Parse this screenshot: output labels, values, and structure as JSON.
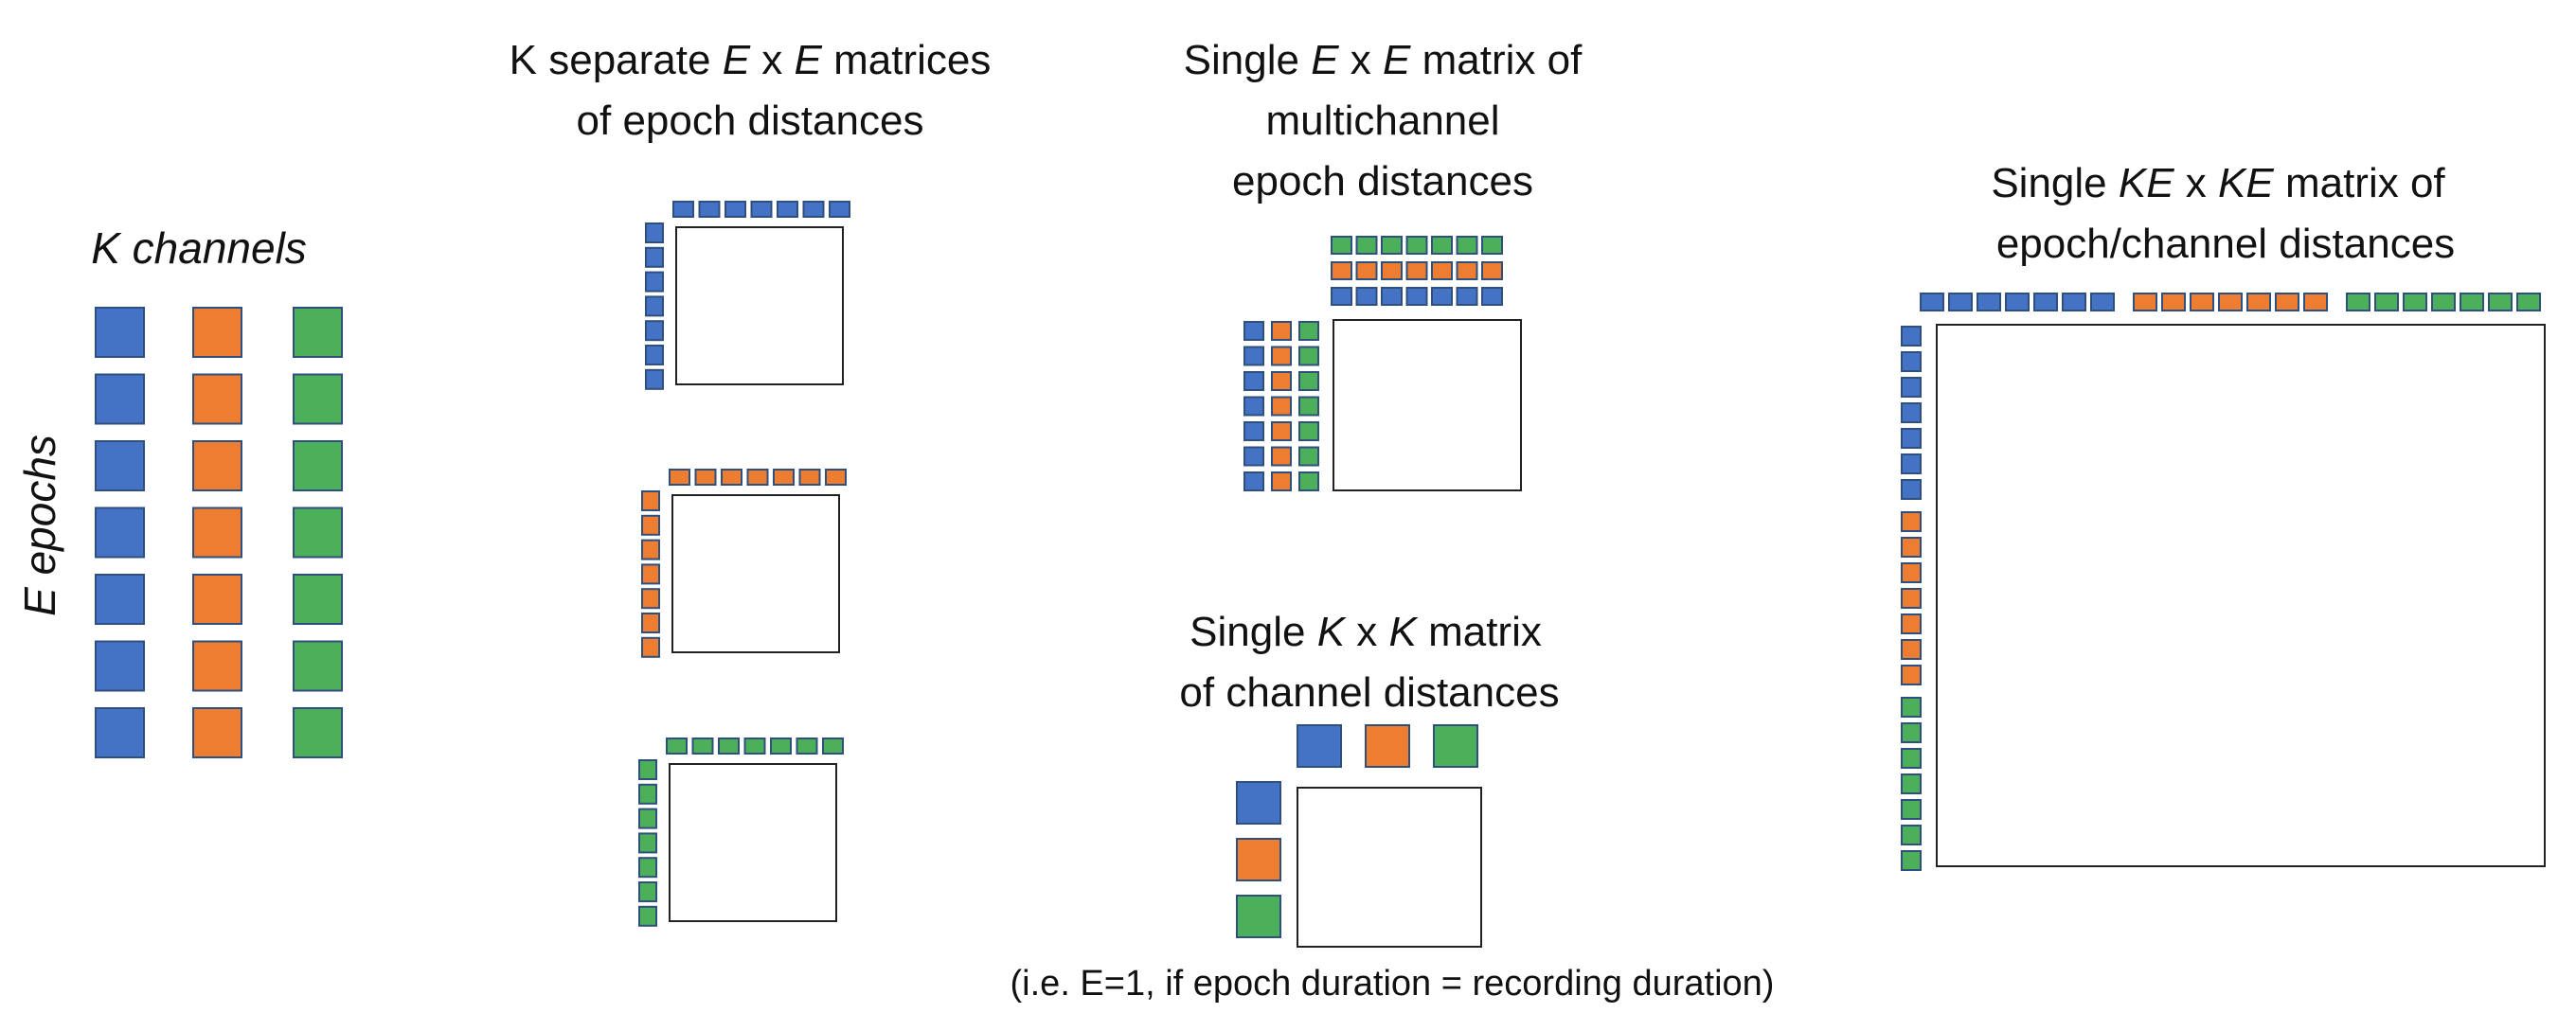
{
  "colors": {
    "blue": "#4472C4",
    "orange": "#ED7D31",
    "green": "#4CAF5A",
    "border": "#2F4F7F",
    "matrix_border": "#222222",
    "text": "#111111"
  },
  "channels": [
    "blue",
    "orange",
    "green"
  ],
  "epoch_count": 7,
  "input_grid": {
    "columns_label": "K channels",
    "rows_label": "E epochs"
  },
  "panel_separate": {
    "line1": [
      {
        "t": "K separate ",
        "i": false
      },
      {
        "t": "E",
        "i": true
      },
      {
        "t": " x ",
        "i": false
      },
      {
        "t": "E",
        "i": true
      },
      {
        "t": " matrices",
        "i": false
      }
    ],
    "line2": [
      {
        "t": "of epoch distances",
        "i": false
      }
    ]
  },
  "panel_multichannel": {
    "line1": [
      {
        "t": "Single ",
        "i": false
      },
      {
        "t": "E",
        "i": true
      },
      {
        "t": " x ",
        "i": false
      },
      {
        "t": "E",
        "i": true
      },
      {
        "t": " matrix of",
        "i": false
      }
    ],
    "line2": [
      {
        "t": "multichannel",
        "i": false
      }
    ],
    "line3": [
      {
        "t": "epoch distances",
        "i": false
      }
    ]
  },
  "panel_channel": {
    "line1": [
      {
        "t": "Single ",
        "i": false
      },
      {
        "t": "K",
        "i": true
      },
      {
        "t": " x ",
        "i": false
      },
      {
        "t": "K",
        "i": true
      },
      {
        "t": " matrix",
        "i": false
      }
    ],
    "line2": [
      {
        "t": "of channel distances",
        "i": false
      }
    ],
    "note": "(i.e. E=1, if epoch duration = recording duration)"
  },
  "panel_full": {
    "line1": [
      {
        "t": "Single ",
        "i": false
      },
      {
        "t": "KE",
        "i": true
      },
      {
        "t": " x ",
        "i": false
      },
      {
        "t": "KE",
        "i": true
      },
      {
        "t": " matrix of",
        "i": false
      }
    ],
    "line2": [
      {
        "t": "epoch/channel distances",
        "i": false
      }
    ]
  }
}
